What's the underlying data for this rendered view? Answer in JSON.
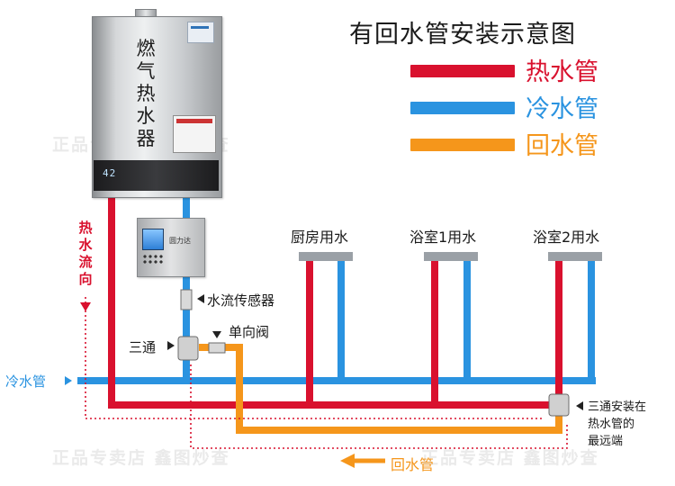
{
  "title": "有回水管安装示意图",
  "legend": [
    {
      "label": "热水管",
      "color": "#d9112e"
    },
    {
      "label": "冷水管",
      "color": "#2a93e0"
    },
    {
      "label": "回水管",
      "color": "#f5961b"
    }
  ],
  "heater": {
    "name_chars": [
      "燃",
      "气",
      "热",
      "水",
      "器"
    ],
    "display": "42",
    "logo_icon": "energy-label-icon",
    "warning_icon": "warning-sticker-icon"
  },
  "pump": {
    "brand": "圆力达",
    "icon": "circulation-pump-icon"
  },
  "outlets": [
    "厨房用水",
    "浴室1用水",
    "浴室2用水"
  ],
  "labels": {
    "hot_flow_direction": "热水流向",
    "water_flow_sensor": "水流传感器",
    "tee": "三通",
    "check_valve": "单向阀",
    "cold_water_pipe": "冷水管",
    "return_pipe": "回水管",
    "tee_note_lines": [
      "三通安装在",
      "热水管的",
      "最远端"
    ]
  },
  "watermarks": [
    "正品专卖店 鑫图炒查"
  ],
  "colors": {
    "hot": "#d9112e",
    "cold": "#2a93e0",
    "return": "#f5961b",
    "fixture": "#9aa0a6",
    "dotted_flow": "#d9112e"
  }
}
